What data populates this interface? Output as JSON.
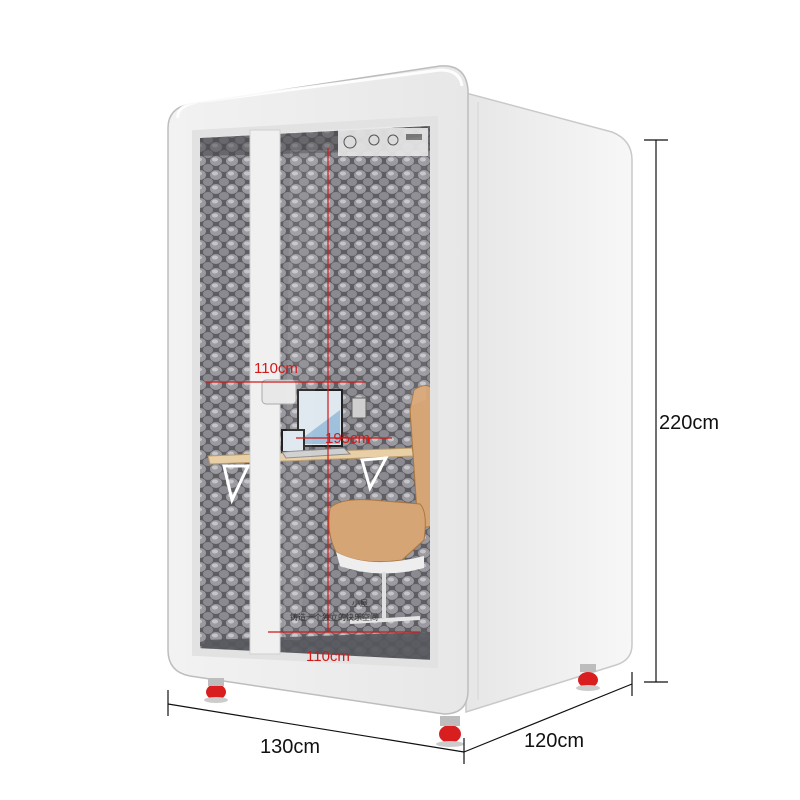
{
  "product": {
    "dimensions": {
      "depth": "120cm",
      "width": "130cm",
      "height": "220cm"
    },
    "interior_dimensions": {
      "desk_width": "110cm",
      "floor_width": "110cm",
      "inner_height": "195cm"
    },
    "branding": {
      "name": "小屋",
      "slogan": "铸造一个独立的快乐空间"
    }
  },
  "colors": {
    "shell": "#f1f1f1",
    "foam": "#6e6e72",
    "chair": "#d6a575",
    "casters": "#d81e1e",
    "measure": "#d11a1a"
  }
}
